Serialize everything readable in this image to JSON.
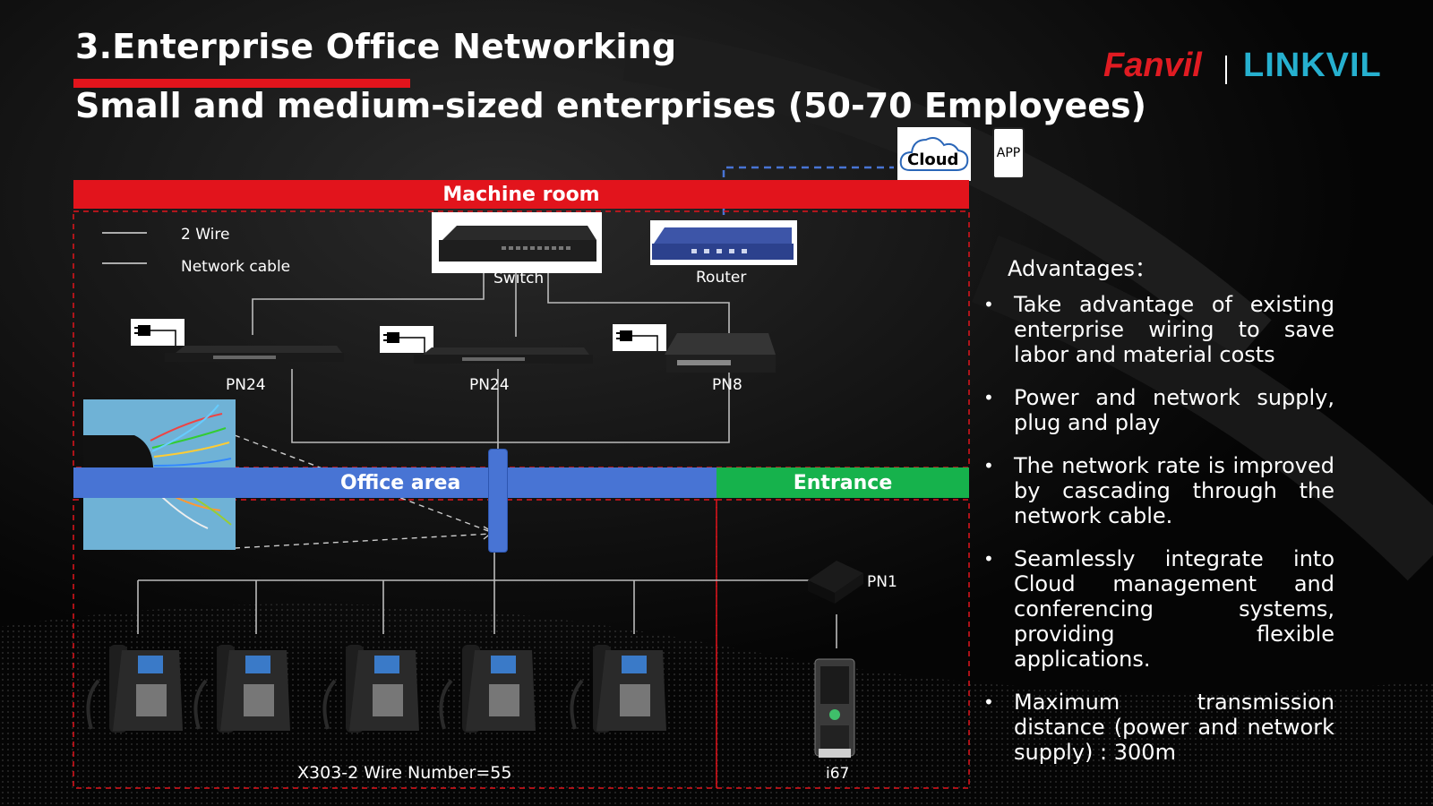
{
  "title": "3.Enterprise Office Networking",
  "subtitle": "Small and medium-sized enterprises (50-70 Employees)",
  "logos": {
    "fanvil": "Fanvil",
    "linkvil": "LINKVIL"
  },
  "cloud_label": "Cloud",
  "app_label": "APP",
  "zones": {
    "machine_room": "Machine room",
    "office_area": "Office area",
    "entrance": "Entrance"
  },
  "legend": {
    "two_wire": "2 Wire",
    "network_cable": "Network cable"
  },
  "devices": {
    "switch": "Switch",
    "router": "Router",
    "pn24_left": "PN24",
    "pn24_mid": "PN24",
    "pn8": "PN8",
    "pn1": "PN1",
    "i67": "i67"
  },
  "phones_caption": "X303-2 Wire  Number=55",
  "advantages": {
    "heading": "Advantages：",
    "items": [
      "Take advantage of existing enterprise wiring to save labor and material costs",
      "Power and network supply, plug and play",
      "The network rate is improved by cascading through the network cable.",
      "Seamlessly integrate into Cloud management and conferencing systems, providing flexible applications.",
      "Maximum transmission distance (power and network supply) : 300m"
    ]
  },
  "colors": {
    "red": "#e2141c",
    "blue": "#4874d4",
    "green": "#16b24c",
    "linkvil": "#26b0cf"
  }
}
